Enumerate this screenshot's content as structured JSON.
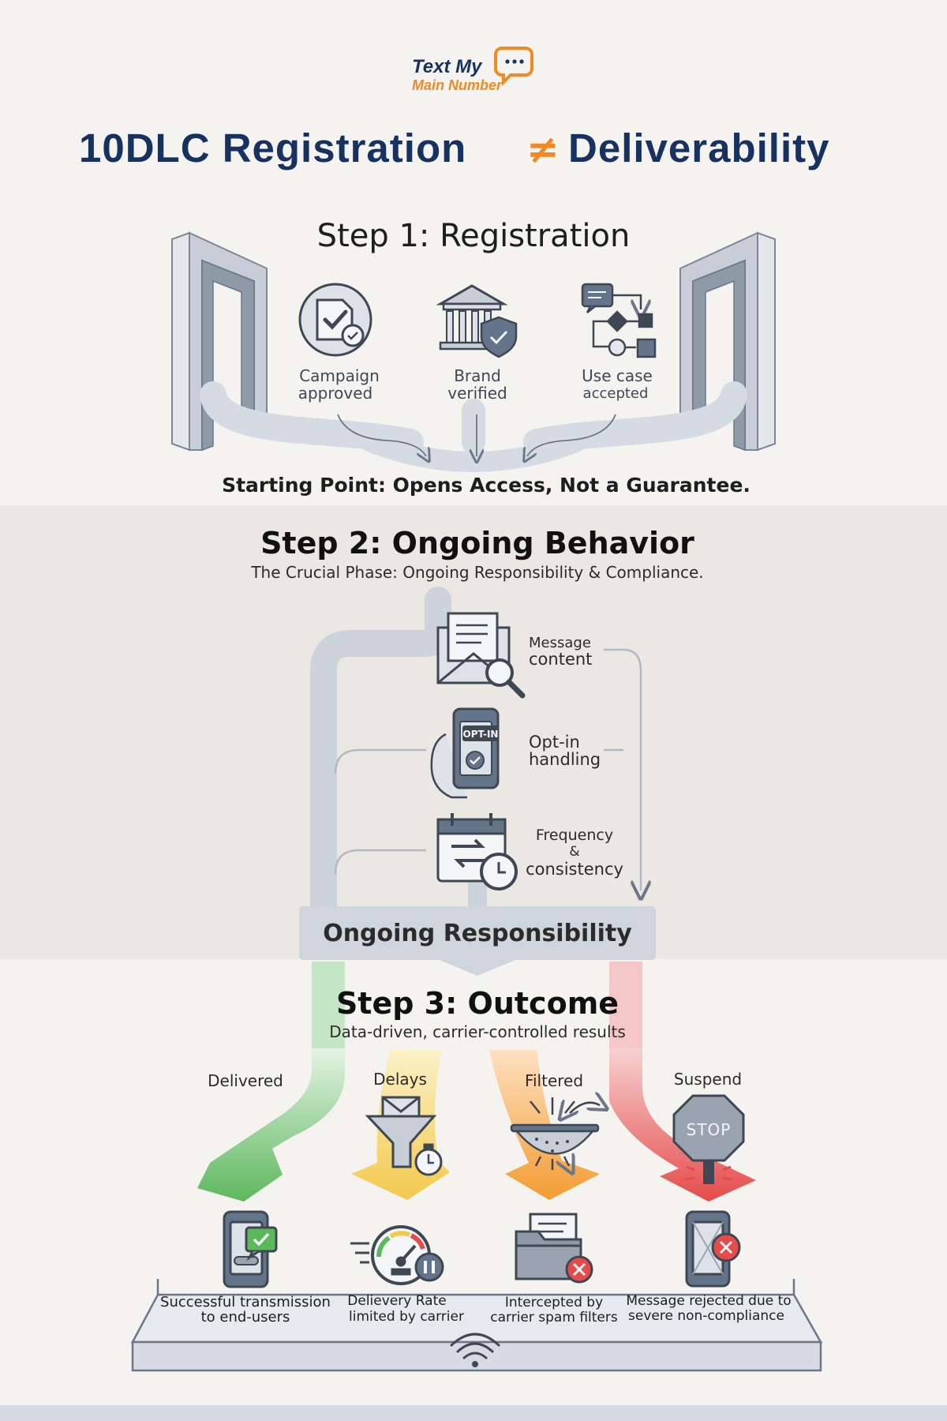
{
  "brand": {
    "line1": "Text My",
    "line2": "Main Number",
    "bubble_text": "···"
  },
  "title": {
    "left": "10DLC Registration",
    "symbol": "≠",
    "right": "Deliverability"
  },
  "step1": {
    "title": "Step 1: Registration",
    "items": [
      {
        "label_line1": "Campaign",
        "label_line2": "approved"
      },
      {
        "label_line1": "Brand",
        "label_line2": "verified"
      },
      {
        "label_line1": "Use case",
        "label_line2": "accepted"
      }
    ],
    "footer": "Starting Point: Opens Access, Not a Guarantee."
  },
  "step2": {
    "title": "Step 2: Ongoing Behavior",
    "subtitle": "The Crucial Phase: Ongoing Responsibility & Compliance.",
    "items": [
      {
        "label_line1": "Message",
        "label_line2": "content",
        "label_line3": ""
      },
      {
        "label_line1": "Opt-in",
        "label_line2": "handling",
        "label_line3": ""
      },
      {
        "label_line1": "Frequency",
        "label_line2": "&",
        "label_line3": "consistency"
      }
    ],
    "optin_badge": "OPT-IN",
    "responsibility_label": "Ongoing Responsibility"
  },
  "step3": {
    "title": "Step 3: Outcome",
    "subtitle": "Data-driven, carrier-controlled results",
    "outcomes": [
      {
        "name": "Delivered",
        "desc_line1": "Successful transmission",
        "desc_line2": "to end-users",
        "color": "#5cb85c"
      },
      {
        "name": "Delays",
        "desc_line1": "Delievery Rate",
        "desc_line2": "limited by carrier",
        "color": "#f2c94c"
      },
      {
        "name": "Filtered",
        "desc_line1": "Intercepted by",
        "desc_line2": "carrier spam filters",
        "color": "#f39c33"
      },
      {
        "name": "Suspend",
        "desc_line1": "Message rejected due to",
        "desc_line2": "severe non-compliance",
        "color": "#e54b4b"
      }
    ],
    "stop_sign": "STOP"
  },
  "colors": {
    "navy": "#17325f",
    "orange": "#f08a24",
    "steel": "#64748b",
    "light_steel": "#c7ced8",
    "band": "#ebe8e3"
  },
  "icons": [
    "campaign-document-icon",
    "bank-shield-icon",
    "workflow-icon",
    "envelope-search-icon",
    "phone-optin-icon",
    "calendar-clock-icon",
    "funnel-timer-icon",
    "sieve-icon",
    "stop-sign-icon",
    "phone-check-icon",
    "speedometer-pause-icon",
    "folder-x-icon",
    "phone-x-icon",
    "wifi-icon"
  ]
}
